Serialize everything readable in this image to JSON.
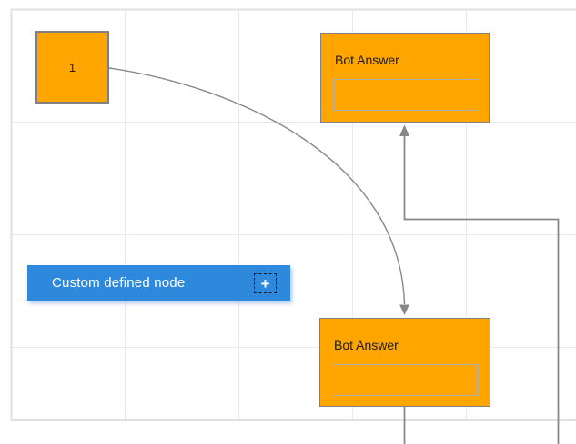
{
  "colors": {
    "node_orange": "#FFA500",
    "node_border": "#808080",
    "inner_box_border": "#AFAFAF",
    "custom_node_blue": "#2E89DC",
    "custom_node_text": "#FFFFFF",
    "connector_gray": "#888888",
    "grid_line": "#E9E9E9",
    "canvas_border": "#E0E0E0",
    "title_text": "#1A1A1A"
  },
  "diagram": {
    "start_node": {
      "label": "1"
    },
    "bot_answer_top": {
      "title": "Bot Answer",
      "input_value": ""
    },
    "bot_answer_bottom": {
      "title": "Bot Answer",
      "input_value": ""
    },
    "custom_node": {
      "label": "Custom defined node",
      "add_button": "+"
    }
  }
}
